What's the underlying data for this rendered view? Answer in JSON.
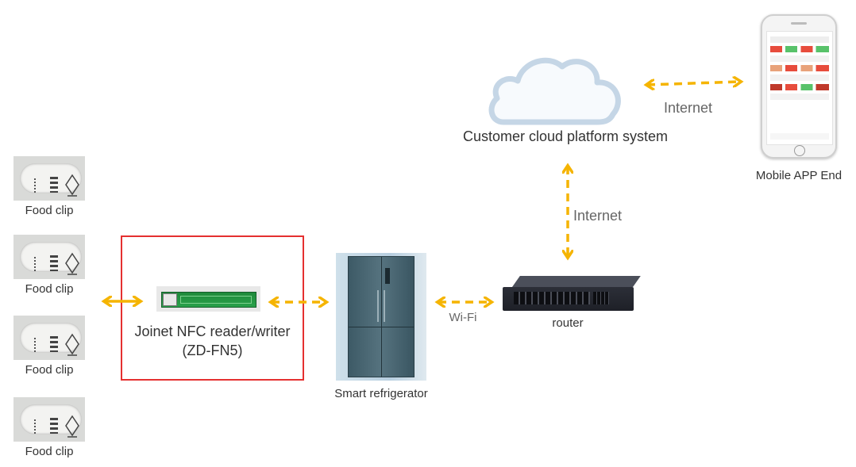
{
  "food_clips": [
    {
      "label": "Food clip"
    },
    {
      "label": "Food clip"
    },
    {
      "label": "Food clip"
    },
    {
      "label": "Food clip"
    }
  ],
  "reader": {
    "name": "Joinet NFC reader/writer",
    "model": "(ZD-FN5)"
  },
  "fridge": {
    "label": "Smart refrigerator"
  },
  "router": {
    "label": "router"
  },
  "links": {
    "wifi": "Wi-Fi",
    "internet_vertical": "Internet",
    "internet_horizontal": "Internet"
  },
  "cloud": {
    "label": "Customer cloud platform system"
  },
  "mobile": {
    "label": "Mobile APP End"
  },
  "colors": {
    "arrow": "#f5b400",
    "highlight_box": "#e53030",
    "cloud_fill": "#f7fafd",
    "cloud_stroke": "#c5d6e6"
  }
}
